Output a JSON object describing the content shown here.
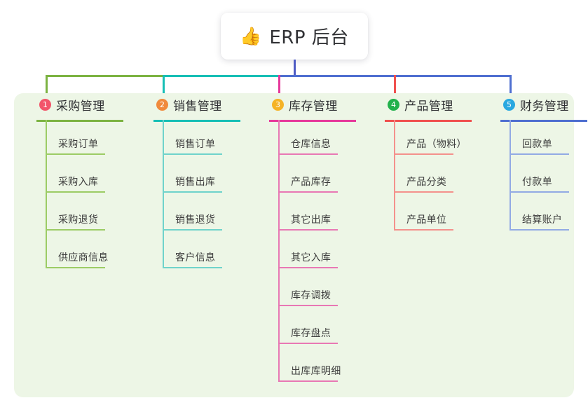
{
  "root": {
    "icon": "thumbs-up-icon",
    "emoji": "👍",
    "title": "ERP 后台",
    "trunk_color": "#4e5bc4"
  },
  "panel": {
    "background": "#edf6e6"
  },
  "columns": [
    {
      "number": "1",
      "badge_color": "#f2556a",
      "line_color": "#7cb342",
      "item_line_color": "#9ccc65",
      "title": "采购管理",
      "items": [
        {
          "label": "采购订单"
        },
        {
          "label": "采购入库"
        },
        {
          "label": "采购退货"
        },
        {
          "label": "供应商信息"
        }
      ]
    },
    {
      "number": "2",
      "badge_color": "#f08a3c",
      "line_color": "#17bfb5",
      "item_line_color": "#6fd3cb",
      "title": "销售管理",
      "items": [
        {
          "label": "销售订单"
        },
        {
          "label": "销售出库"
        },
        {
          "label": "销售退货"
        },
        {
          "label": "客户信息"
        }
      ]
    },
    {
      "number": "3",
      "badge_color": "#f5b325",
      "line_color": "#e6399b",
      "item_line_color": "#e878b4",
      "title": "库存管理",
      "items": [
        {
          "label": "仓库信息"
        },
        {
          "label": "产品库存"
        },
        {
          "label": "其它出库"
        },
        {
          "label": "其它入库"
        },
        {
          "label": "库存调拨"
        },
        {
          "label": "库存盘点"
        },
        {
          "label": "出库库明细"
        }
      ]
    },
    {
      "number": "4",
      "badge_color": "#22b14c",
      "line_color": "#f0514f",
      "item_line_color": "#f4918c",
      "title": "产品管理",
      "items": [
        {
          "label": "产品（物料）"
        },
        {
          "label": "产品分类"
        },
        {
          "label": "产品单位"
        }
      ]
    },
    {
      "number": "5",
      "badge_color": "#29a8e0",
      "line_color": "#4f6fd0",
      "item_line_color": "#92aae4",
      "title": "财务管理",
      "items": [
        {
          "label": "回款单"
        },
        {
          "label": "付款单"
        },
        {
          "label": "结算账户"
        }
      ]
    }
  ],
  "connectors": {
    "bus_segments": [
      {
        "color": "#7cb342"
      },
      {
        "color": "#17bfb5"
      },
      {
        "color": "#4f6fd0"
      },
      {
        "color": "#4f6fd0"
      }
    ]
  }
}
